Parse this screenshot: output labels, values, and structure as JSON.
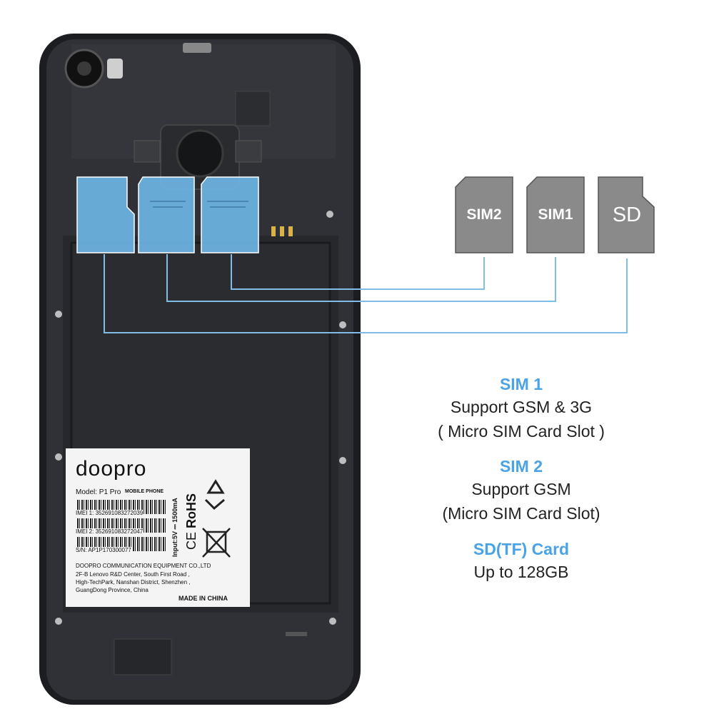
{
  "cards": {
    "sim2": "SIM2",
    "sim1": "SIM1",
    "sd": "SD"
  },
  "info": [
    {
      "heading": "SIM 1",
      "lines": [
        "Support GSM & 3G",
        "( Micro SIM Card Slot )"
      ]
    },
    {
      "heading": "SIM 2",
      "lines": [
        "Support GSM",
        "(Micro SIM Card Slot)"
      ]
    },
    {
      "heading": "SD(TF) Card",
      "lines": [
        "Up to 128GB"
      ]
    }
  ],
  "label": {
    "brand": "doopro",
    "model": "Model: P1 Pro",
    "type": "MOBILE PHONE",
    "imei1": "IMEI 1: 352691083272039",
    "imei2": "IMEI 2: 352691083272047",
    "sn": "S/N: AP1P170300077",
    "company": "DOOPRO COMMUNICATION EQUIPMENT CO.,LTD",
    "addr1": "2F-B Lenovo R&D Center, South First Road ,",
    "addr2": "High-TechPark, Nanshan District, Shenzhen ,",
    "addr3": "GuangDong Province, China",
    "made": "MADE IN CHINA",
    "input": "Input:5V ⎓ 1500mA",
    "ce": "CE",
    "rohs": "RoHS"
  },
  "colors": {
    "slot_overlay": "#6fb8e8",
    "card_gray": "#8a8a8a",
    "heading_blue": "#4aa3e6",
    "phone_body": "#2b2d31",
    "connector_line": "#7fbce6"
  }
}
